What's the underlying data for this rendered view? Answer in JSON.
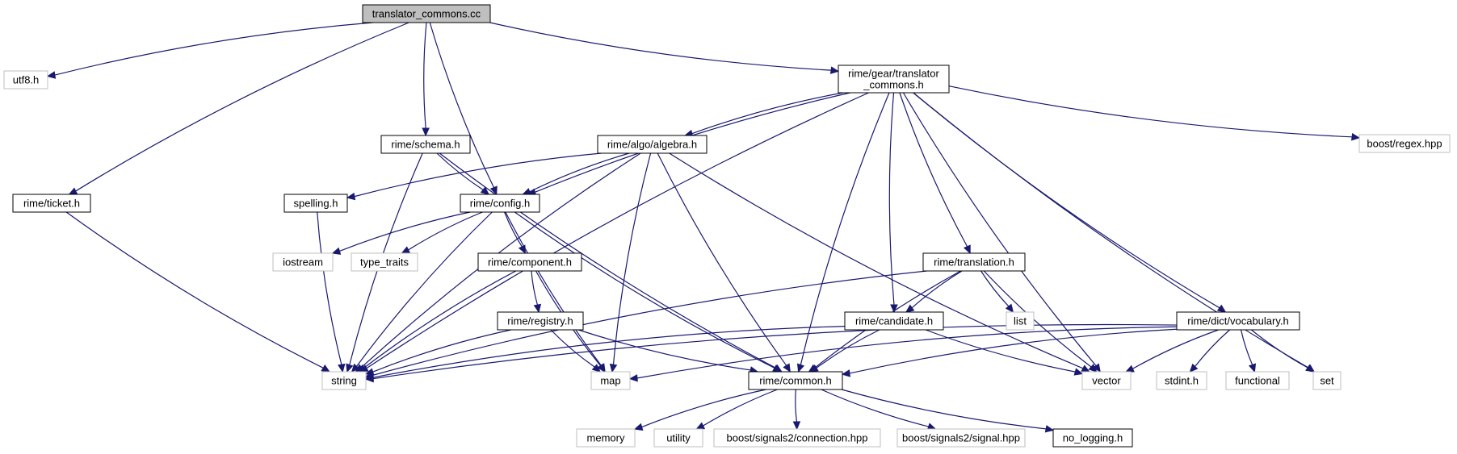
{
  "colors": {
    "edge": "#191970",
    "root_fill": "#bfbfbf",
    "node_border": "#000000",
    "external_border": "#bfbfbf",
    "node_fill": "#ffffff"
  },
  "nodes": [
    {
      "id": "tc_cc",
      "lines": [
        "translator_commons.cc"
      ],
      "kind": "root"
    },
    {
      "id": "utf8",
      "lines": [
        "utf8.h"
      ],
      "kind": "external"
    },
    {
      "id": "tc_h",
      "lines": [
        "rime/gear/translator",
        "_commons.h"
      ],
      "kind": "header"
    },
    {
      "id": "regex",
      "lines": [
        "boost/regex.hpp"
      ],
      "kind": "external"
    },
    {
      "id": "schema",
      "lines": [
        "rime/schema.h"
      ],
      "kind": "header"
    },
    {
      "id": "algebra",
      "lines": [
        "rime/algo/algebra.h"
      ],
      "kind": "header"
    },
    {
      "id": "ticket",
      "lines": [
        "rime/ticket.h"
      ],
      "kind": "header"
    },
    {
      "id": "spelling",
      "lines": [
        "spelling.h"
      ],
      "kind": "header"
    },
    {
      "id": "config",
      "lines": [
        "rime/config.h"
      ],
      "kind": "header"
    },
    {
      "id": "iostream",
      "lines": [
        "iostream"
      ],
      "kind": "external"
    },
    {
      "id": "type_traits",
      "lines": [
        "type_traits"
      ],
      "kind": "external"
    },
    {
      "id": "component",
      "lines": [
        "rime/component.h"
      ],
      "kind": "header"
    },
    {
      "id": "translation",
      "lines": [
        "rime/translation.h"
      ],
      "kind": "header"
    },
    {
      "id": "list",
      "lines": [
        "list"
      ],
      "kind": "external"
    },
    {
      "id": "registry",
      "lines": [
        "rime/registry.h"
      ],
      "kind": "header"
    },
    {
      "id": "candidate",
      "lines": [
        "rime/candidate.h"
      ],
      "kind": "header"
    },
    {
      "id": "vocabulary",
      "lines": [
        "rime/dict/vocabulary.h"
      ],
      "kind": "header"
    },
    {
      "id": "string",
      "lines": [
        "string"
      ],
      "kind": "external"
    },
    {
      "id": "map",
      "lines": [
        "map"
      ],
      "kind": "external"
    },
    {
      "id": "common",
      "lines": [
        "rime/common.h"
      ],
      "kind": "header"
    },
    {
      "id": "vector",
      "lines": [
        "vector"
      ],
      "kind": "external"
    },
    {
      "id": "stdint",
      "lines": [
        "stdint.h"
      ],
      "kind": "external"
    },
    {
      "id": "functional",
      "lines": [
        "functional"
      ],
      "kind": "external"
    },
    {
      "id": "set",
      "lines": [
        "set"
      ],
      "kind": "external"
    },
    {
      "id": "memory",
      "lines": [
        "memory"
      ],
      "kind": "external"
    },
    {
      "id": "utility",
      "lines": [
        "utility"
      ],
      "kind": "external"
    },
    {
      "id": "connection",
      "lines": [
        "boost/signals2/connection.hpp"
      ],
      "kind": "external"
    },
    {
      "id": "signal",
      "lines": [
        "boost/signals2/signal.hpp"
      ],
      "kind": "external"
    },
    {
      "id": "no_logging",
      "lines": [
        "no_logging.h"
      ],
      "kind": "header"
    }
  ],
  "edges": [
    [
      "tc_cc",
      "utf8"
    ],
    [
      "tc_cc",
      "tc_h"
    ],
    [
      "tc_cc",
      "schema"
    ],
    [
      "tc_cc",
      "config"
    ],
    [
      "tc_cc",
      "ticket"
    ],
    [
      "tc_h",
      "string"
    ],
    [
      "tc_h",
      "config"
    ],
    [
      "tc_h",
      "algebra"
    ],
    [
      "tc_h",
      "common"
    ],
    [
      "tc_h",
      "candidate"
    ],
    [
      "tc_h",
      "translation"
    ],
    [
      "tc_h",
      "vector"
    ],
    [
      "tc_h",
      "vocabulary"
    ],
    [
      "tc_h",
      "set"
    ],
    [
      "tc_h",
      "regex"
    ],
    [
      "schema",
      "string"
    ],
    [
      "schema",
      "config"
    ],
    [
      "schema",
      "common"
    ],
    [
      "algebra",
      "spelling"
    ],
    [
      "algebra",
      "config"
    ],
    [
      "algebra",
      "string"
    ],
    [
      "algebra",
      "map"
    ],
    [
      "algebra",
      "common"
    ],
    [
      "algebra",
      "vector"
    ],
    [
      "ticket",
      "string"
    ],
    [
      "spelling",
      "string"
    ],
    [
      "config",
      "string"
    ],
    [
      "config",
      "iostream"
    ],
    [
      "config",
      "type_traits"
    ],
    [
      "config",
      "component"
    ],
    [
      "config",
      "map"
    ],
    [
      "config",
      "common"
    ],
    [
      "component",
      "string"
    ],
    [
      "component",
      "registry"
    ],
    [
      "component",
      "map"
    ],
    [
      "registry",
      "string"
    ],
    [
      "registry",
      "map"
    ],
    [
      "registry",
      "common"
    ],
    [
      "translation",
      "string"
    ],
    [
      "translation",
      "candidate"
    ],
    [
      "translation",
      "list"
    ],
    [
      "translation",
      "common"
    ],
    [
      "translation",
      "vector"
    ],
    [
      "candidate",
      "string"
    ],
    [
      "candidate",
      "common"
    ],
    [
      "candidate",
      "vector"
    ],
    [
      "vocabulary",
      "string"
    ],
    [
      "vocabulary",
      "map"
    ],
    [
      "vocabulary",
      "common"
    ],
    [
      "vocabulary",
      "vector"
    ],
    [
      "vocabulary",
      "stdint"
    ],
    [
      "vocabulary",
      "functional"
    ],
    [
      "vocabulary",
      "set"
    ],
    [
      "common",
      "memory"
    ],
    [
      "common",
      "utility"
    ],
    [
      "common",
      "connection"
    ],
    [
      "common",
      "signal"
    ],
    [
      "common",
      "no_logging"
    ]
  ]
}
